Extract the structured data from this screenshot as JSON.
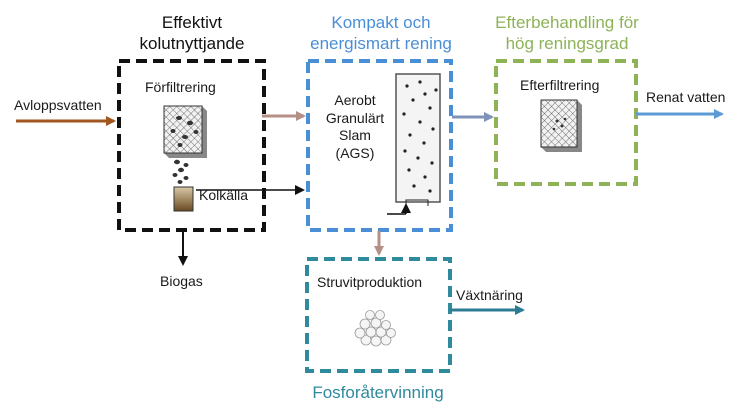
{
  "headings": {
    "stage1": [
      "Effektivt",
      "kolutnyttjande"
    ],
    "stage2": [
      "Kompakt och",
      "energismart rening"
    ],
    "stage3": [
      "Efterbehandling för",
      "hög reningsgrad"
    ],
    "stage4": "Fosforåtervinning"
  },
  "labels": {
    "inflow": "Avloppsvatten",
    "prefilter": "Förfiltrering",
    "carbon_source": "Kolkälla",
    "biogas": "Biogas",
    "ags": [
      "Aerobt",
      "Granulärt",
      "Slam",
      "(AGS)"
    ],
    "postfilter": "Efterfiltrering",
    "outflow": "Renat vatten",
    "struvite": "Struvitproduktion",
    "nutrient": "Växtnäring"
  },
  "colors": {
    "stage1": "#111111",
    "stage2": "#4a8fd6",
    "stage3": "#8db356",
    "stage4": "#2e8a9c",
    "inflow_arrow": "#a0561c",
    "transfer_arrow": "#b58f86",
    "outflow_arrow": "#5b9bd5",
    "mid_arrow": "#7f93b8",
    "nutrient_arrow": "#2e7c94"
  },
  "icons": [
    "mesh-filter-icon",
    "sludge-tank-icon",
    "struvite-crystals-icon"
  ]
}
